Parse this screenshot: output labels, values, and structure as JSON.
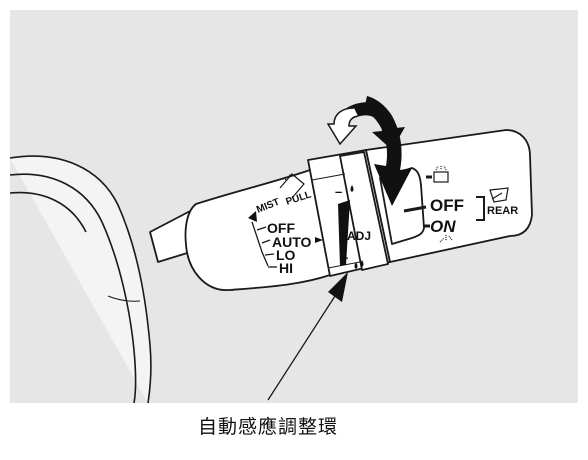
{
  "colors": {
    "background": "#e6e6e6",
    "frame": "#ffffff",
    "stroke": "#1a1a1a",
    "lever": "#ffffff",
    "arrow_fill": "#111111"
  },
  "icons": [
    "wiper-mist-icon",
    "front-wiper-icon",
    "rear-wiper-icon",
    "washer-spray-icon",
    "raindrop-icon",
    "rotation-arrow-icon",
    "callout-arrow-icon"
  ],
  "labels": {
    "mist": "MIST",
    "pull": "PULL",
    "off": "OFF",
    "auto": "AUTO",
    "lo": "LO",
    "hi": "HI",
    "adj": "ADJ",
    "minus": "–",
    "plus": "+",
    "rear_off": "OFF",
    "rear_on": "ON",
    "rear": "REAR"
  },
  "callout": "自動感應調整環"
}
